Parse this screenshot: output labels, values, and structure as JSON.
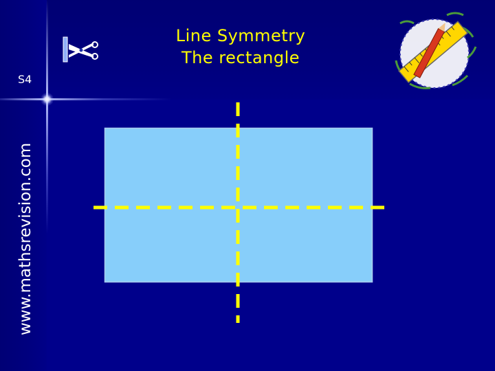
{
  "slide": {
    "title_line1": "Line Symmetry",
    "title_line2": "The rectangle",
    "code": "S4",
    "website": "www.mathsrevision.com"
  },
  "diagram": {
    "shape": "rectangle",
    "lines_of_symmetry": 2,
    "shape_fill": "#87CEFA",
    "shape_border": "#AACCEE",
    "symmetry_line_color": "#FFFF00"
  },
  "colors": {
    "background": "#00008B",
    "title": "#FFFF00",
    "text": "#FFFFFF"
  },
  "icons": [
    "scissors-icon",
    "ruler-pencil-logo"
  ]
}
